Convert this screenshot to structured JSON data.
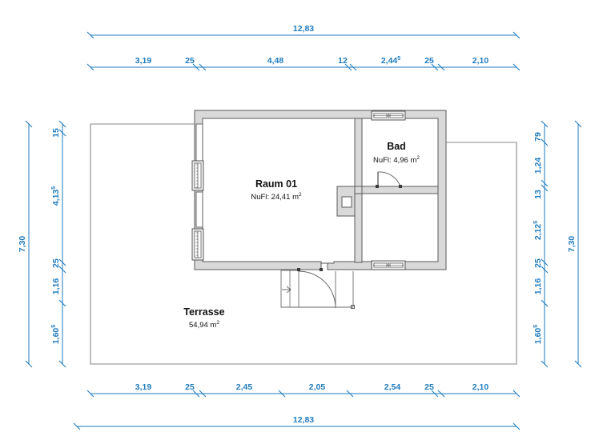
{
  "drawing": {
    "type": "architectural-floor-plan",
    "colors": {
      "dimension": "#1f7bbf",
      "wall_fill": "#d9d9d9",
      "wall_stroke": "#5a5a5a",
      "terrace_stroke": "#8a8a8a",
      "text": "#111111",
      "background": "#ffffff"
    }
  },
  "rooms": [
    {
      "id": "raum01",
      "name": "Raum 01",
      "area_label": "NuFl: 24,41 m",
      "area_sup": "2"
    },
    {
      "id": "bad",
      "name": "Bad",
      "area_label": "NuFl: 4,96 m",
      "area_sup": "2"
    },
    {
      "id": "terrasse",
      "name": "Terrasse",
      "area_label": "54,94 m",
      "area_sup": "2"
    }
  ],
  "dimensions": {
    "top_outer": {
      "label": "12,83",
      "sup": ""
    },
    "top_inner": [
      {
        "label": "3,19",
        "sup": ""
      },
      {
        "label": "25",
        "sup": ""
      },
      {
        "label": "4,48",
        "sup": ""
      },
      {
        "label": "12",
        "sup": ""
      },
      {
        "label": "2,44",
        "sup": "5"
      },
      {
        "label": "25",
        "sup": ""
      },
      {
        "label": "2,10",
        "sup": ""
      }
    ],
    "bottom_inner": [
      {
        "label": "3,19",
        "sup": ""
      },
      {
        "label": "25",
        "sup": ""
      },
      {
        "label": "2,45",
        "sup": ""
      },
      {
        "label": "2,05",
        "sup": ""
      },
      {
        "label": "2,54",
        "sup": ""
      },
      {
        "label": "25",
        "sup": ""
      },
      {
        "label": "2,10",
        "sup": ""
      }
    ],
    "bottom_outer": {
      "label": "12,83",
      "sup": ""
    },
    "left_outer": {
      "label": "7,30",
      "sup": ""
    },
    "left_inner": [
      {
        "label": "15",
        "sup": ""
      },
      {
        "label": "4,13",
        "sup": "5"
      },
      {
        "label": "25",
        "sup": ""
      },
      {
        "label": "1,16",
        "sup": ""
      },
      {
        "label": "1,60",
        "sup": "5"
      }
    ],
    "right_inner": [
      {
        "label": "79",
        "sup": ""
      },
      {
        "label": "1,24",
        "sup": ""
      },
      {
        "label": "13",
        "sup": ""
      },
      {
        "label": "2,12",
        "sup": "5"
      },
      {
        "label": "25",
        "sup": ""
      },
      {
        "label": "1,16",
        "sup": ""
      },
      {
        "label": "1,60",
        "sup": "5"
      }
    ],
    "right_outer": {
      "label": "7,30",
      "sup": ""
    }
  }
}
